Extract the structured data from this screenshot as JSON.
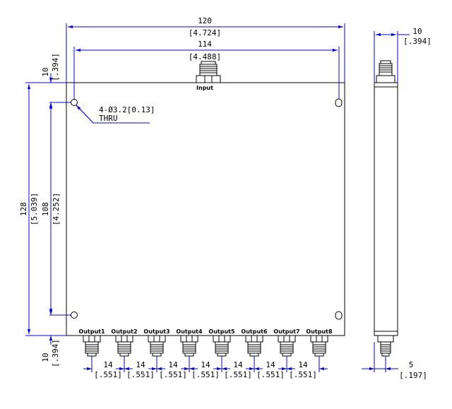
{
  "colors": {
    "dimension": "#0000ff",
    "outline": "#000000",
    "background": "#ffffff"
  },
  "front_view": {
    "input_label": "Input",
    "outputs": [
      "Output1",
      "Output2",
      "Output3",
      "Output4",
      "Output5",
      "Output6",
      "Output7",
      "Output8"
    ],
    "overall_width": {
      "mm": "120",
      "inch": "[4.724]"
    },
    "hole_spacing_width": {
      "mm": "114",
      "inch": "[4.488]"
    },
    "top_margin": {
      "mm": "10",
      "inch": "[.394]"
    },
    "overall_height": {
      "mm": "128",
      "inch": "[5.039]"
    },
    "hole_spacing_height": {
      "mm": "108",
      "inch": "[4.252]"
    },
    "bottom_margin": {
      "mm": "10",
      "inch": "[.394]"
    },
    "port_pitch": {
      "mm": "14",
      "inch": "[.551]"
    },
    "hole_note": {
      "line1": "4-Ø3.2[0.13]",
      "line2": "THRU"
    }
  },
  "side_view": {
    "thickness": {
      "mm": "10",
      "inch": "[.394]"
    },
    "connector_offset": {
      "mm": "5",
      "inch": "[.197]"
    }
  }
}
